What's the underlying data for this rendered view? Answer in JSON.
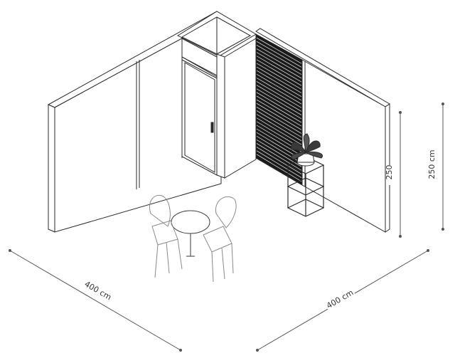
{
  "dimensions": {
    "left_width": "400 cm",
    "right_width": "400 cm",
    "wall_height": "250",
    "total_height": "250 cm"
  },
  "colors": {
    "line": "#2a2a2a",
    "wall": "#ffffff",
    "dimension": "#555555",
    "chair": "#8a8a8a"
  }
}
